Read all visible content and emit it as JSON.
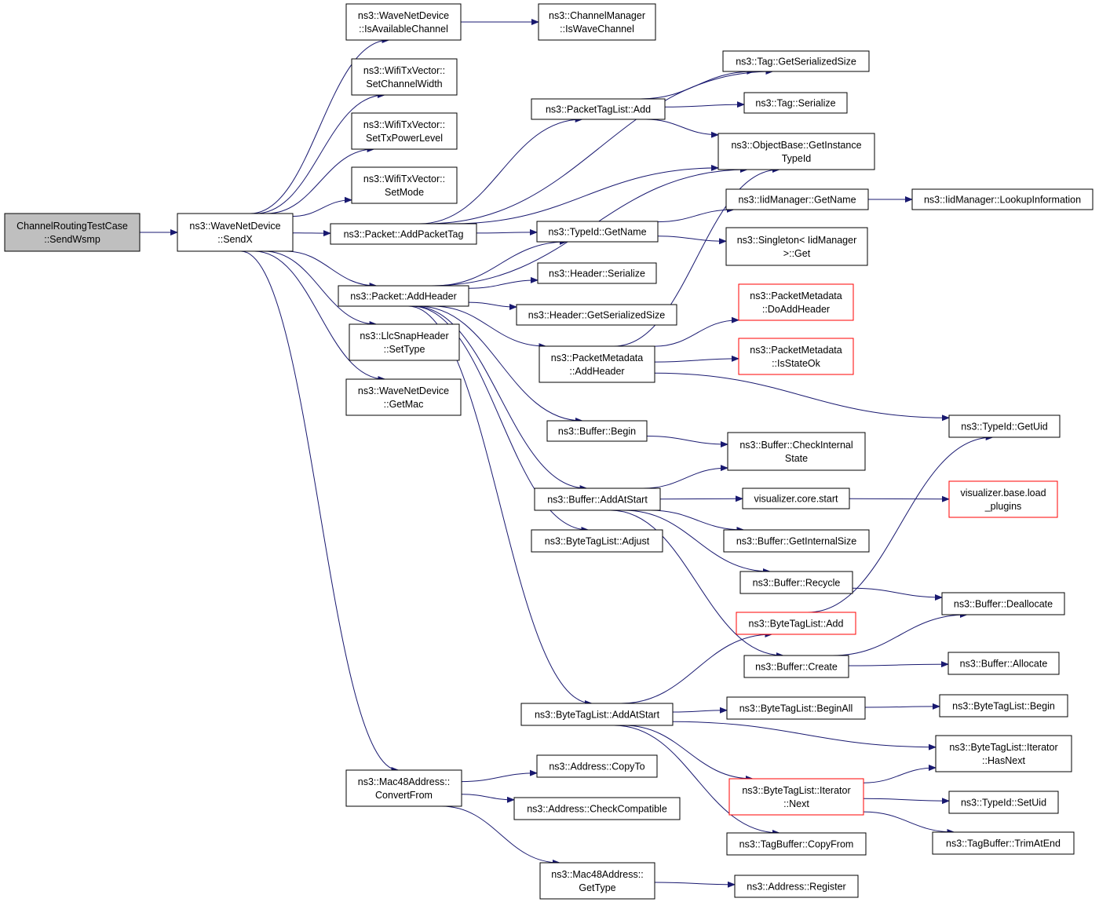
{
  "graph": {
    "nodes": [
      {
        "id": "root",
        "lines": [
          "ChannelRoutingTestCase",
          "::SendWsmp"
        ],
        "style": "root"
      },
      {
        "id": "sendx",
        "lines": [
          "ns3::WaveNetDevice",
          "::SendX"
        ]
      },
      {
        "id": "isavail",
        "lines": [
          "ns3::WaveNetDevice",
          "::IsAvailableChannel"
        ]
      },
      {
        "id": "iswave",
        "lines": [
          "ns3::ChannelManager",
          "::IsWaveChannel"
        ]
      },
      {
        "id": "chwidth",
        "lines": [
          "ns3::WifiTxVector::",
          "SetChannelWidth"
        ]
      },
      {
        "id": "txpower",
        "lines": [
          "ns3::WifiTxVector::",
          "SetTxPowerLevel"
        ]
      },
      {
        "id": "setmode",
        "lines": [
          "ns3::WifiTxVector::",
          "SetMode"
        ]
      },
      {
        "id": "addpackettag",
        "lines": [
          "ns3::Packet::AddPacketTag"
        ]
      },
      {
        "id": "addheader",
        "lines": [
          "ns3::Packet::AddHeader"
        ]
      },
      {
        "id": "llcsettype",
        "lines": [
          "ns3::LlcSnapHeader",
          "::SetType"
        ]
      },
      {
        "id": "getmac",
        "lines": [
          "ns3::WaveNetDevice",
          "::GetMac"
        ]
      },
      {
        "id": "convertfrom",
        "lines": [
          "ns3::Mac48Address::",
          "ConvertFrom"
        ]
      },
      {
        "id": "tagserialsize",
        "lines": [
          "ns3::Tag::GetSerializedSize"
        ]
      },
      {
        "id": "ptladd",
        "lines": [
          "ns3::PacketTagList::Add"
        ]
      },
      {
        "id": "tagserialize",
        "lines": [
          "ns3::Tag::Serialize"
        ]
      },
      {
        "id": "getinst",
        "lines": [
          "ns3::ObjectBase::GetInstance",
          "TypeId"
        ]
      },
      {
        "id": "iidgetname",
        "lines": [
          "ns3::IidManager::GetName"
        ]
      },
      {
        "id": "lookup",
        "lines": [
          "ns3::IidManager::LookupInformation"
        ]
      },
      {
        "id": "typeidgetname",
        "lines": [
          "ns3::TypeId::GetName"
        ]
      },
      {
        "id": "singleton",
        "lines": [
          "ns3::Singleton< IidManager",
          ">::Get"
        ]
      },
      {
        "id": "hdrserialize",
        "lines": [
          "ns3::Header::Serialize"
        ]
      },
      {
        "id": "hdrsize",
        "lines": [
          "ns3::Header::GetSerializedSize"
        ]
      },
      {
        "id": "pmdoadd",
        "lines": [
          "ns3::PacketMetadata",
          "::DoAddHeader"
        ],
        "style": "trunc"
      },
      {
        "id": "pmaddheader",
        "lines": [
          "ns3::PacketMetadata",
          "::AddHeader"
        ]
      },
      {
        "id": "pmstateok",
        "lines": [
          "ns3::PacketMetadata",
          "::IsStateOk"
        ],
        "style": "trunc"
      },
      {
        "id": "getuid",
        "lines": [
          "ns3::TypeId::GetUid"
        ]
      },
      {
        "id": "bufbegin",
        "lines": [
          "ns3::Buffer::Begin"
        ]
      },
      {
        "id": "bufcheck",
        "lines": [
          "ns3::Buffer::CheckInternal",
          "State"
        ]
      },
      {
        "id": "bufaddstart",
        "lines": [
          "ns3::Buffer::AddAtStart"
        ]
      },
      {
        "id": "vizstart",
        "lines": [
          "visualizer.core.start"
        ]
      },
      {
        "id": "vizload",
        "lines": [
          "visualizer.base.load",
          "_plugins"
        ],
        "style": "trunc"
      },
      {
        "id": "btladjust",
        "lines": [
          "ns3::ByteTagList::Adjust"
        ]
      },
      {
        "id": "bufinternal",
        "lines": [
          "ns3::Buffer::GetInternalSize"
        ]
      },
      {
        "id": "bufrecycle",
        "lines": [
          "ns3::Buffer::Recycle"
        ]
      },
      {
        "id": "bufdealloc",
        "lines": [
          "ns3::Buffer::Deallocate"
        ]
      },
      {
        "id": "btladd",
        "lines": [
          "ns3::ByteTagList::Add"
        ],
        "style": "trunc"
      },
      {
        "id": "bufcreate",
        "lines": [
          "ns3::Buffer::Create"
        ]
      },
      {
        "id": "bufalloc",
        "lines": [
          "ns3::Buffer::Allocate"
        ]
      },
      {
        "id": "btladdstart",
        "lines": [
          "ns3::ByteTagList::AddAtStart"
        ]
      },
      {
        "id": "btlbeginall",
        "lines": [
          "ns3::ByteTagList::BeginAll"
        ]
      },
      {
        "id": "btlbegin",
        "lines": [
          "ns3::ByteTagList::Begin"
        ]
      },
      {
        "id": "hasnext",
        "lines": [
          "ns3::ByteTagList::Iterator",
          "::HasNext"
        ]
      },
      {
        "id": "itnext",
        "lines": [
          "ns3::ByteTagList::Iterator",
          "::Next"
        ],
        "style": "trunc"
      },
      {
        "id": "setuid",
        "lines": [
          "ns3::TypeId::SetUid"
        ]
      },
      {
        "id": "trimend",
        "lines": [
          "ns3::TagBuffer::TrimAtEnd"
        ]
      },
      {
        "id": "copyfrom",
        "lines": [
          "ns3::TagBuffer::CopyFrom"
        ]
      },
      {
        "id": "copyto",
        "lines": [
          "ns3::Address::CopyTo"
        ]
      },
      {
        "id": "checkcompat",
        "lines": [
          "ns3::Address::CheckCompatible"
        ]
      },
      {
        "id": "gettype",
        "lines": [
          "ns3::Mac48Address::",
          "GetType"
        ]
      },
      {
        "id": "register",
        "lines": [
          "ns3::Address::Register"
        ]
      }
    ],
    "edges": [
      [
        "root",
        "sendx"
      ],
      [
        "sendx",
        "isavail"
      ],
      [
        "sendx",
        "chwidth"
      ],
      [
        "sendx",
        "txpower"
      ],
      [
        "sendx",
        "setmode"
      ],
      [
        "sendx",
        "addpackettag"
      ],
      [
        "sendx",
        "addheader"
      ],
      [
        "sendx",
        "llcsettype"
      ],
      [
        "sendx",
        "getmac"
      ],
      [
        "sendx",
        "convertfrom"
      ],
      [
        "isavail",
        "iswave"
      ],
      [
        "addpackettag",
        "tagserialsize"
      ],
      [
        "addpackettag",
        "ptladd"
      ],
      [
        "addpackettag",
        "getinst"
      ],
      [
        "addpackettag",
        "typeidgetname"
      ],
      [
        "ptladd",
        "tagserialsize"
      ],
      [
        "ptladd",
        "tagserialize"
      ],
      [
        "ptladd",
        "getinst"
      ],
      [
        "addheader",
        "getinst"
      ],
      [
        "addheader",
        "typeidgetname"
      ],
      [
        "addheader",
        "hdrserialize"
      ],
      [
        "addheader",
        "hdrsize"
      ],
      [
        "addheader",
        "pmaddheader"
      ],
      [
        "addheader",
        "bufbegin"
      ],
      [
        "addheader",
        "bufaddstart"
      ],
      [
        "addheader",
        "btladjust"
      ],
      [
        "addheader",
        "btladdstart"
      ],
      [
        "typeidgetname",
        "iidgetname"
      ],
      [
        "typeidgetname",
        "singleton"
      ],
      [
        "iidgetname",
        "lookup"
      ],
      [
        "pmaddheader",
        "pmdoadd"
      ],
      [
        "pmaddheader",
        "pmstateok"
      ],
      [
        "pmaddheader",
        "getuid"
      ],
      [
        "pmaddheader",
        "getinst"
      ],
      [
        "bufbegin",
        "bufcheck"
      ],
      [
        "bufaddstart",
        "bufcheck"
      ],
      [
        "bufaddstart",
        "vizstart"
      ],
      [
        "bufaddstart",
        "bufinternal"
      ],
      [
        "bufaddstart",
        "bufrecycle"
      ],
      [
        "bufaddstart",
        "bufcreate"
      ],
      [
        "vizstart",
        "vizload"
      ],
      [
        "bufrecycle",
        "bufdealloc"
      ],
      [
        "bufcreate",
        "bufdealloc"
      ],
      [
        "bufcreate",
        "bufalloc"
      ],
      [
        "btladd",
        "getuid"
      ],
      [
        "btladdstart",
        "btladd"
      ],
      [
        "btladdstart",
        "btlbeginall"
      ],
      [
        "btladdstart",
        "hasnext"
      ],
      [
        "btladdstart",
        "itnext"
      ],
      [
        "btladdstart",
        "copyfrom"
      ],
      [
        "btlbeginall",
        "btlbegin"
      ],
      [
        "itnext",
        "hasnext"
      ],
      [
        "itnext",
        "setuid"
      ],
      [
        "itnext",
        "trimend"
      ],
      [
        "convertfrom",
        "copyto"
      ],
      [
        "convertfrom",
        "checkcompat"
      ],
      [
        "convertfrom",
        "gettype"
      ],
      [
        "gettype",
        "register"
      ]
    ]
  }
}
